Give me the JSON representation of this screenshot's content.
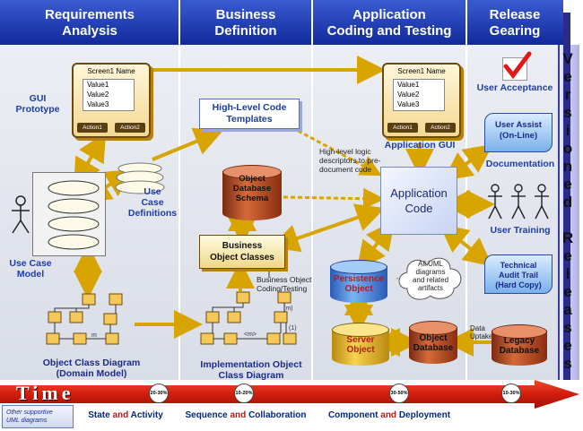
{
  "columns": [
    {
      "title_line1": "Requirements",
      "title_line2": "Analysis"
    },
    {
      "title_line1": "Business",
      "title_line2": "Definition"
    },
    {
      "title_line1": "Application",
      "title_line2": "Coding and Testing"
    },
    {
      "title_line1": "Release",
      "title_line2": "Gearing"
    }
  ],
  "requirements": {
    "gui_prototype": "GUI\nPrototype",
    "screen_name": "Screen1 Name",
    "values": [
      "Value1",
      "Value2",
      "Value3"
    ],
    "action1": "Action1",
    "action2": "Action2",
    "use_case_definitions": "Use\nCase\nDefinitions",
    "use_case_model": "Use Case\nModel",
    "object_class_diagram": "Object Class Diagram\n(Domain Model)",
    "multiplicity_m": "m"
  },
  "business": {
    "code_templates": "High-Level Code\nTemplates",
    "schema_title": "Object\nDatabase\nSchema",
    "business_object_classes": "Business\nObject Classes",
    "bo_coding": "Business Object\nCoding/Testing",
    "impl_diagram": "Implementation Object\nClass Diagram",
    "mult_m1": "(m)",
    "mult_1": "(1)",
    "mult_m2": "<m>"
  },
  "application": {
    "screen_name": "Screen1 Name",
    "values": [
      "Value1",
      "Value2",
      "Value3"
    ],
    "action1": "Action1",
    "action2": "Action2",
    "app_gui": "Application GUI",
    "hl_logic": "High-level logic\ndescriptors to pre-\ndocument code",
    "app_code": "Application\nCode",
    "persistence": "Persistence\nObject",
    "cloud": "All UML\ndiagrams\nand related\nartifacts",
    "server_object": "Server\nObject",
    "object_database": "Object\nDatabase",
    "data_uptake": "Data\nUptake"
  },
  "release": {
    "user_acceptance": "User Acceptance",
    "user_assist": "User Assist\n(On-Line)",
    "documentation": "Documentation",
    "user_training": "User Training",
    "audit_trail": "Technical\nAudit Trail\n(Hard Copy)",
    "legacy_db": "Legacy\nDatabase"
  },
  "versioned_releases": [
    "V",
    "e",
    "r",
    "s",
    "i",
    "o",
    "n",
    "e",
    "d",
    "",
    "R",
    "e",
    "l",
    "e",
    "a",
    "s",
    "e",
    "s"
  ],
  "time_bar": {
    "label": "Time",
    "pcts": [
      "20-30%",
      "10-20%",
      "30-50%",
      "10-30%"
    ]
  },
  "footer": {
    "other": "Other supportive\nUML diagrams",
    "cols": [
      {
        "a": "State",
        "and": " and ",
        "b": "Activity"
      },
      {
        "a": "Sequence",
        "and": " and ",
        "b": "Collaboration"
      },
      {
        "a": "Component",
        "and": " and ",
        "b": "Deployment"
      }
    ]
  },
  "colors": {
    "header": "#1a3aa8",
    "arrow": "#d8a400",
    "label": "#1e3ea8",
    "time_bar": "#d31c0c"
  }
}
